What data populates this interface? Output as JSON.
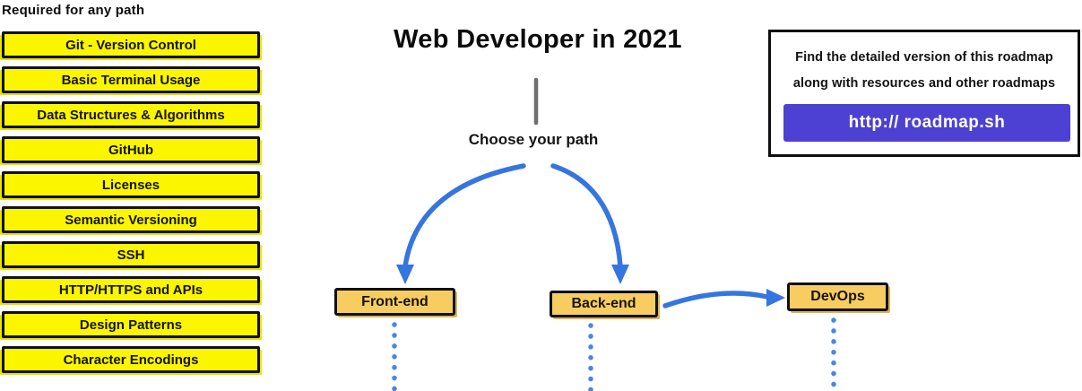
{
  "header": {
    "title": "Web Developer in 2021",
    "choose_path_label": "Choose your path"
  },
  "required_section": {
    "heading": "Required for any path",
    "items": [
      "Git - Version Control",
      "Basic Terminal Usage",
      "Data Structures & Algorithms",
      "GitHub",
      "Licenses",
      "Semantic Versioning",
      "SSH",
      "HTTP/HTTPS and APIs",
      "Design Patterns",
      "Character Encodings"
    ]
  },
  "path_nodes": {
    "front_end": {
      "label": "Front-end"
    },
    "back_end": {
      "label": "Back-end"
    },
    "devops": {
      "label": "DevOps"
    }
  },
  "info_box": {
    "line1": "Find the detailed version of this roadmap",
    "line2": "along with resources and other roadmaps",
    "link_label": "http:// roadmap.sh"
  },
  "colors": {
    "topic_yellow": "#FBF500",
    "node_amber": "#F7CD62",
    "arrow_blue": "#3575E0",
    "dot_blue": "#4B84E8",
    "link_purple": "#4C41D3",
    "connector_gray": "#6E6E6E"
  }
}
